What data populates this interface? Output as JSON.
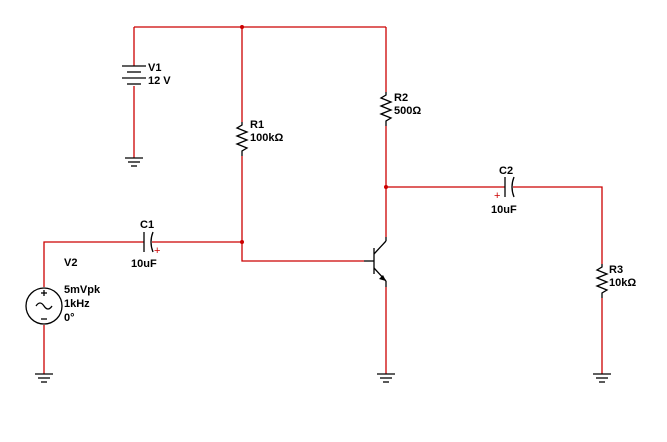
{
  "components": {
    "v1": {
      "name": "V1",
      "value": "12 V"
    },
    "r1": {
      "name": "R1",
      "value": "100kΩ"
    },
    "r2": {
      "name": "R2",
      "value": "500Ω"
    },
    "r3": {
      "name": "R3",
      "value": "10kΩ"
    },
    "c1": {
      "name": "C1",
      "value": "10uF",
      "polarity": "+"
    },
    "c2": {
      "name": "C2",
      "value": "10uF",
      "polarity": "+"
    },
    "v2": {
      "name": "V2",
      "amplitude": "5mVpk",
      "frequency": "1kHz",
      "phase": "0°"
    }
  },
  "colors": {
    "wire": "#cc0000",
    "component": "#000000",
    "background": "#ffffff"
  }
}
